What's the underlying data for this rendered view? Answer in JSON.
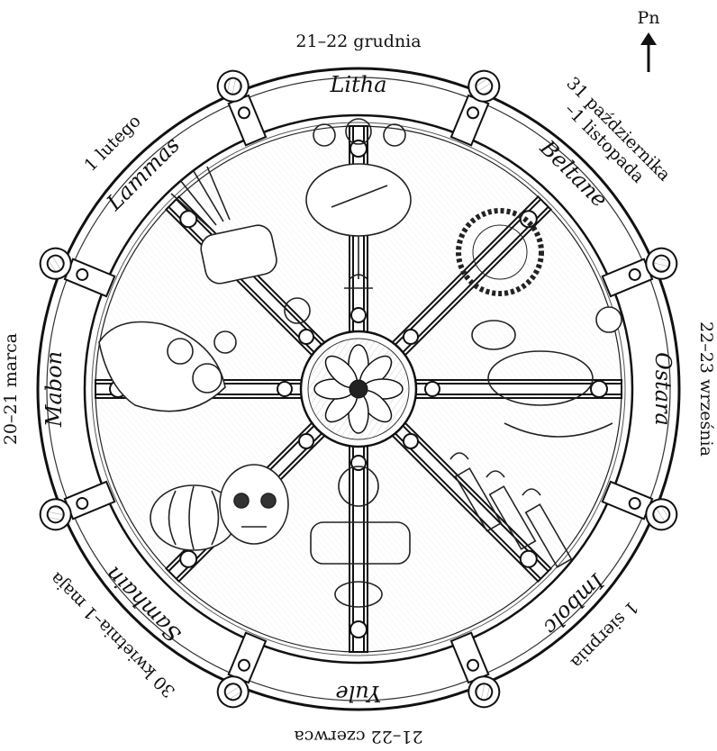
{
  "compass": {
    "label": "Pn"
  },
  "wheel": {
    "festivals": [
      {
        "id": "litha",
        "name": "Litha",
        "date": "21–22 grudnia"
      },
      {
        "id": "beltane",
        "name": "Beltane",
        "date": "31 października –1 listopada"
      },
      {
        "id": "ostara",
        "name": "Ostara",
        "date": "22–23 września"
      },
      {
        "id": "imbolc",
        "name": "Imbolc",
        "date": "1 sierpnia"
      },
      {
        "id": "yule",
        "name": "Yule",
        "date": "21–22 czerwca"
      },
      {
        "id": "samhain",
        "name": "Samhain",
        "date": "30 kwietnia–1 maja"
      },
      {
        "id": "mabon",
        "name": "Mabon",
        "date": "20–21 marca"
      },
      {
        "id": "lammas",
        "name": "Lammas",
        "date": "1 lutego"
      }
    ],
    "date_lines": {
      "beltane_1": "31 października",
      "beltane_2": "–1 listopada"
    }
  }
}
